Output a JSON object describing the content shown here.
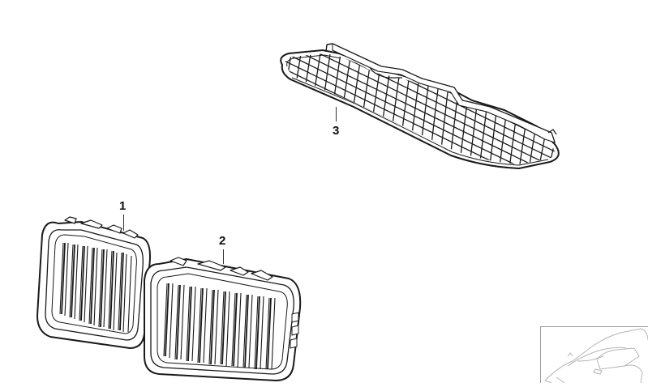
{
  "diagram": {
    "type": "exploded-parts-diagram",
    "parts": [
      {
        "number": "1",
        "label": "1",
        "description": "Left kidney grille"
      },
      {
        "number": "2",
        "label": "2",
        "description": "Right kidney grille"
      },
      {
        "number": "3",
        "label": "3",
        "description": "Grid / air intake grille"
      }
    ],
    "thumbnail": {
      "description": "car-outline-thumbnail"
    },
    "colors": {
      "line": "#1a1a1a",
      "background": "#ffffff",
      "thumb_border": "#9a9a9a",
      "thumb_line": "#b5b5b5"
    }
  }
}
